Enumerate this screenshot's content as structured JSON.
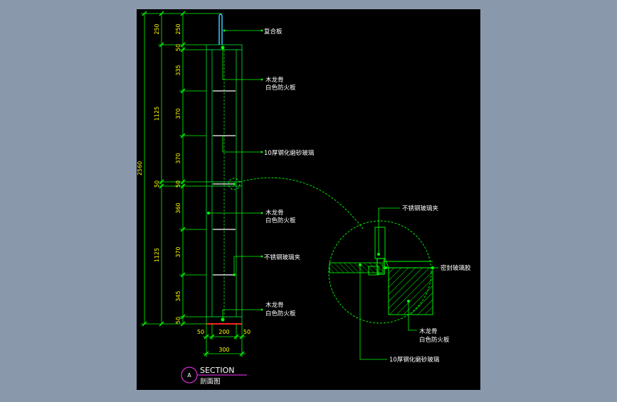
{
  "colors": {
    "background": "#8a98ab",
    "paper": "#000000",
    "dimension": "#00ff00",
    "leader": "#00ff00",
    "text": "#ffffff",
    "dim_text": "#ffff00",
    "panel": "#ffffff",
    "frame": "#00cc33",
    "hatch": "#00ff00",
    "cyan": "#33ccff",
    "bottom": "#ff2222",
    "circle_tag": "#ff33ff",
    "title_line": "#ff33ff"
  },
  "dimensions": {
    "outer_total": "2560",
    "outer_top": "250",
    "outer_upper": "1125",
    "outer_mid": "50",
    "outer_lower": "1125",
    "inner_top": "250",
    "inner_50a": "50",
    "inner_335": "335",
    "inner_370a": "370",
    "inner_370b": "370",
    "inner_50b": "50",
    "inner_360": "360",
    "inner_370c": "370",
    "inner_345": "345",
    "inner_50c": "50",
    "bottom_left": "50",
    "bottom_mid": "200",
    "bottom_right": "50",
    "bottom_total": "300"
  },
  "labels": {
    "composite_board": "复合板",
    "wood_keel_1": "木龙骨",
    "fire_board_1": "白色防火板",
    "tempered_glass": "10厚钢化磨砂玻璃",
    "wood_keel_2": "木龙骨",
    "fire_board_2": "白色防火板",
    "ss_clip": "不锈钢玻璃夹",
    "wood_keel_3": "木龙骨",
    "fire_board_3": "白色防火板"
  },
  "detail": {
    "ss_clip": "不锈钢玻璃夹",
    "sealant": "密封玻璃胶",
    "wood_keel": "木龙骨",
    "fire_board": "白色防火板",
    "glass": "10厚钢化磨砂玻璃"
  },
  "title": {
    "tag": "A",
    "main": "SECTION",
    "sub": "剖面图"
  }
}
